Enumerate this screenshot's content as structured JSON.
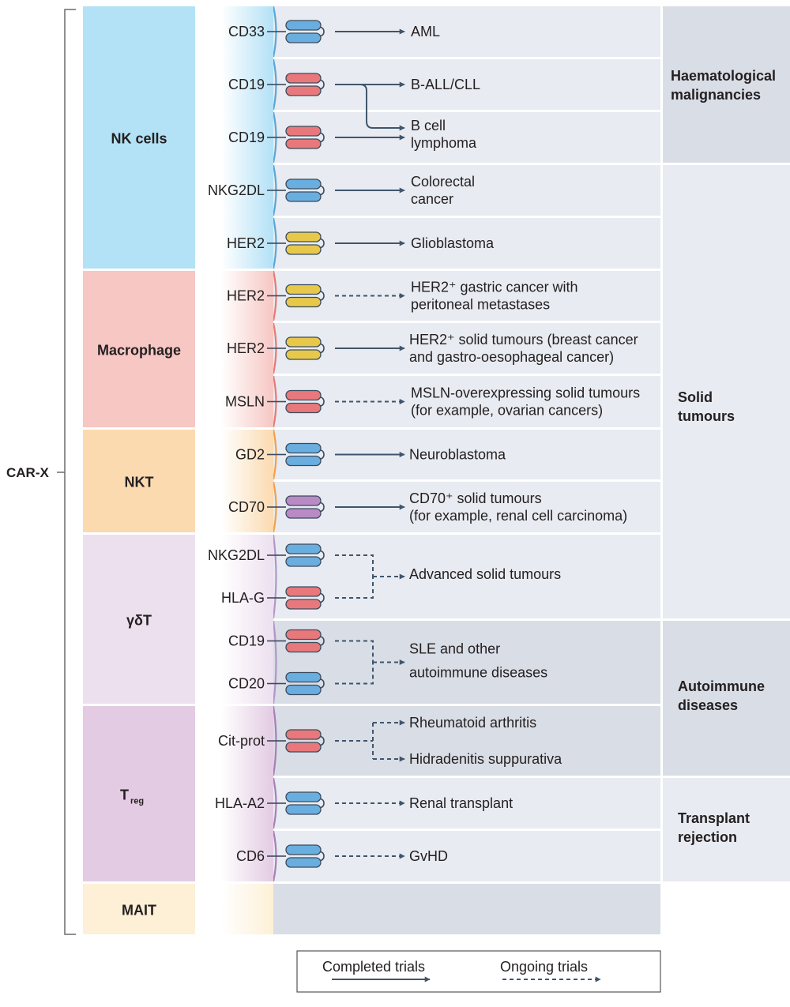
{
  "title": "CAR-X",
  "colors": {
    "row_bg": "#e8ebf1",
    "cat_bg": "#d9dde6",
    "arrow": "#40556b",
    "car_blue": "#6aaee0",
    "car_red": "#e8787b",
    "car_yellow": "#e7c84a",
    "car_purple": "#b98ac6",
    "membrane_blue": "#5aa6d8",
    "membrane_red": "#e67a73",
    "membrane_orange": "#f2a04a",
    "membrane_purple": "#b395c7"
  },
  "cell_types": [
    {
      "id": "nk",
      "label": "NK cells",
      "fill": "#b3e1f6",
      "membrane": "#5aa6d8"
    },
    {
      "id": "mac",
      "label": "Macrophage",
      "fill": "#f6c7c3",
      "membrane": "#e67a73"
    },
    {
      "id": "nkt",
      "label": "NKT",
      "fill": "#fbdab0",
      "membrane": "#f2a04a"
    },
    {
      "id": "gdt",
      "label": "γδT",
      "fill": "#ece0ef",
      "membrane": "#b395c7"
    },
    {
      "id": "treg",
      "label": "T",
      "label_sub": "reg",
      "fill": "#e3cbe3",
      "membrane": "#a77fb8"
    },
    {
      "id": "mait",
      "label": "MAIT",
      "fill": "#fdf0d6",
      "membrane": "#f2a04a"
    }
  ],
  "rows": [
    {
      "antigens": [
        {
          "label": "CD33",
          "car": "blue"
        }
      ],
      "disease": [
        "AML"
      ],
      "trial": "completed"
    },
    {
      "antigens": [
        {
          "label": "CD19",
          "car": "red"
        }
      ],
      "disease": [
        "B-ALL/CLL"
      ],
      "trial": "completed"
    },
    {
      "antigens": [
        {
          "label": "CD19",
          "car": "red"
        }
      ],
      "disease": [
        "B cell",
        "lymphoma"
      ],
      "trial": "completed"
    },
    {
      "antigens": [
        {
          "label": "NKG2DL",
          "car": "blue"
        }
      ],
      "disease": [
        "Colorectal",
        "cancer"
      ],
      "trial": "completed"
    },
    {
      "antigens": [
        {
          "label": "HER2",
          "car": "yellow"
        }
      ],
      "disease": [
        "Glioblastoma"
      ],
      "trial": "completed"
    },
    {
      "antigens": [
        {
          "label": "HER2",
          "car": "yellow"
        }
      ],
      "disease": [
        "HER2⁺ gastric cancer with",
        "peritoneal metastases"
      ],
      "trial": "ongoing"
    },
    {
      "antigens": [
        {
          "label": "HER2",
          "car": "yellow"
        }
      ],
      "disease": [
        "HER2⁺ solid tumours (breast cancer",
        "and gastro-oesophageal cancer)"
      ],
      "trial": "completed"
    },
    {
      "antigens": [
        {
          "label": "MSLN",
          "car": "red"
        }
      ],
      "disease": [
        "MSLN-overexpressing solid tumours",
        "(for example, ovarian cancers)"
      ],
      "trial": "ongoing"
    },
    {
      "antigens": [
        {
          "label": "GD2",
          "car": "blue"
        }
      ],
      "disease": [
        "Neuroblastoma"
      ],
      "trial": "completed"
    },
    {
      "antigens": [
        {
          "label": "CD70",
          "car": "purple"
        }
      ],
      "disease": [
        "CD70⁺ solid tumours",
        "(for example, renal cell carcinoma)"
      ],
      "trial": "completed"
    },
    {
      "antigens": [
        {
          "label": "NKG2DL",
          "car": "blue"
        },
        {
          "label": "HLA-G",
          "car": "red"
        }
      ],
      "disease": [
        "Advanced solid tumours"
      ],
      "trial": "ongoing"
    },
    {
      "antigens": [
        {
          "label": "CD19",
          "car": "red"
        },
        {
          "label": "CD20",
          "car": "blue"
        }
      ],
      "disease": [
        "SLE and other",
        "autoimmune diseases"
      ],
      "trial": "ongoing"
    },
    {
      "antigens": [
        {
          "label": "Cit-prot",
          "car": "red"
        }
      ],
      "disease": [
        "Rheumatoid arthritis",
        "Hidradenitis suppurativa"
      ],
      "trial": "ongoing"
    },
    {
      "antigens": [
        {
          "label": "HLA-A2",
          "car": "blue"
        }
      ],
      "disease": [
        "Renal transplant"
      ],
      "trial": "ongoing"
    },
    {
      "antigens": [
        {
          "label": "CD6",
          "car": "blue"
        }
      ],
      "disease": [
        "GvHD"
      ],
      "trial": "ongoing"
    }
  ],
  "categories": [
    {
      "lines": [
        "Haematological",
        "malignancies"
      ]
    },
    {
      "lines": [
        "Solid",
        "tumours"
      ]
    },
    {
      "lines": [
        "Autoimmune",
        "diseases"
      ]
    },
    {
      "lines": [
        "Transplant",
        "rejection"
      ]
    }
  ],
  "legend": {
    "completed": "Completed trials",
    "ongoing": "Ongoing trials"
  }
}
